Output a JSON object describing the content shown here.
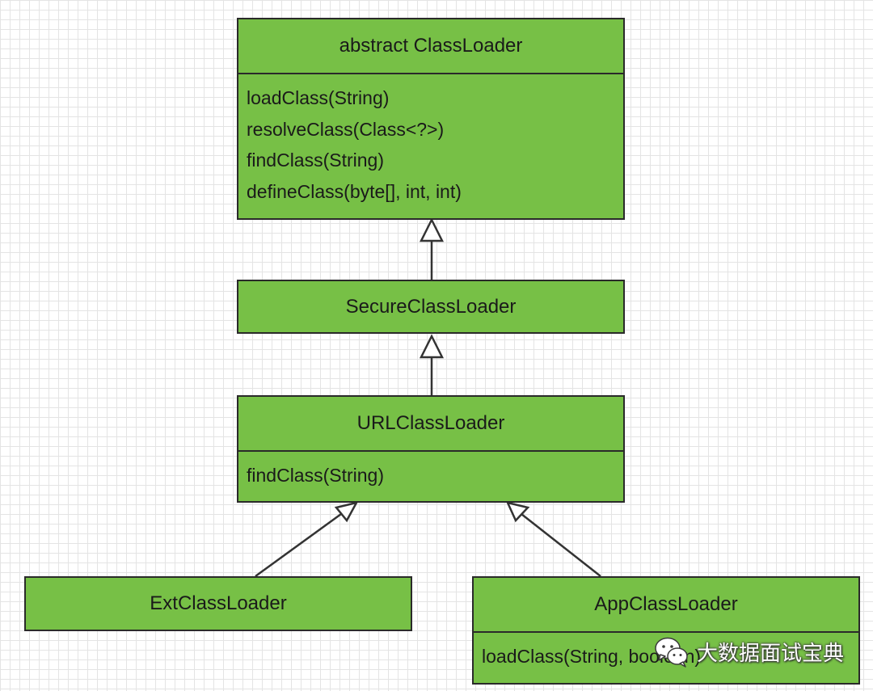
{
  "diagram": {
    "classes": {
      "classloader": {
        "name": "abstract ClassLoader",
        "methods": [
          "loadClass(String)",
          "resolveClass(Class<?>)",
          "findClass(String)",
          "defineClass(byte[], int, int)"
        ]
      },
      "secure": {
        "name": "SecureClassLoader"
      },
      "url": {
        "name": "URLClassLoader",
        "methods": [
          "findClass(String)"
        ]
      },
      "ext": {
        "name": "ExtClassLoader"
      },
      "app": {
        "name": "AppClassLoader",
        "methods": [
          "loadClass(String, boolean)"
        ]
      }
    },
    "inheritance": [
      {
        "child": "SecureClassLoader",
        "parent": "abstract ClassLoader"
      },
      {
        "child": "URLClassLoader",
        "parent": "SecureClassLoader"
      },
      {
        "child": "ExtClassLoader",
        "parent": "URLClassLoader"
      },
      {
        "child": "AppClassLoader",
        "parent": "URLClassLoader"
      }
    ],
    "colors": {
      "box_fill": "#77c046",
      "border": "#2a2a2a",
      "arrow": "#333333",
      "grid": "#e4e4e4"
    }
  },
  "watermark": {
    "text": "大数据面试宝典",
    "icon": "wechat-icon"
  }
}
